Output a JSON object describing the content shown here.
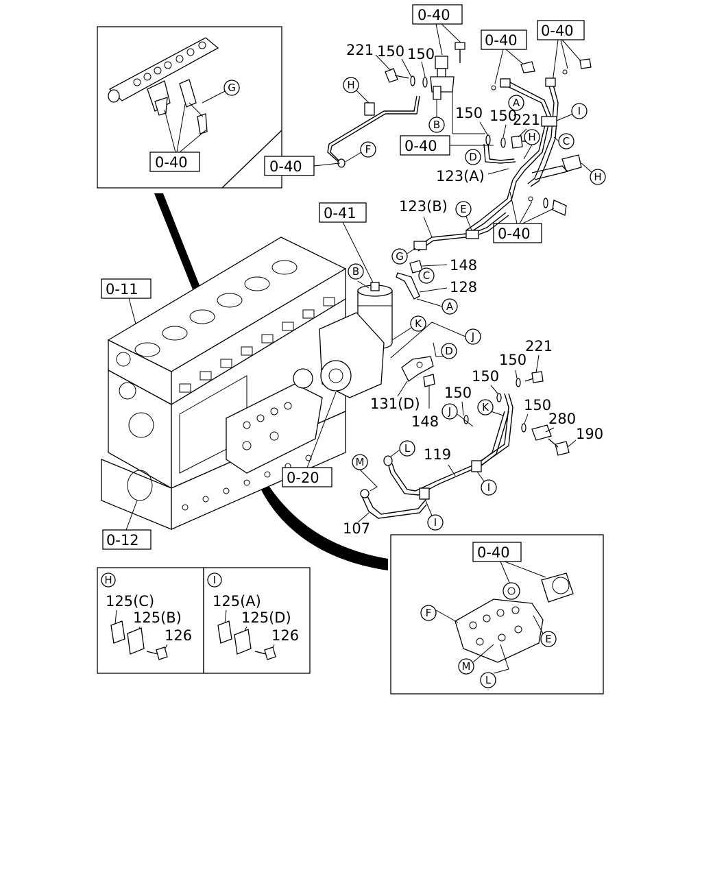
{
  "refs": {
    "r_inset_tl": "0-40",
    "r_top_mid": "0-40",
    "r_top_right_a": "0-40",
    "r_top_right_b": "0-40",
    "r_left_pipe": "0-40",
    "r_mid": "0-40",
    "r_lower_right": "0-40",
    "r_filter": "0-41",
    "r_block": "0-11",
    "r_crank": "0-12",
    "r_pump": "0-20",
    "r_inset_br": "0-40"
  },
  "parts": {
    "p221_top": "221",
    "p150_a": "150",
    "p150_b": "150",
    "p150_c": "150",
    "p150_d": "150",
    "p221_mid": "221",
    "p123a": "123(A)",
    "p123b": "123(B)",
    "p148_a": "148",
    "p128": "128",
    "p131d": "131(D)",
    "p148_b": "148",
    "p221_low": "221",
    "p150_e": "150",
    "p150_f": "150",
    "p150_g": "150",
    "p150_h": "150",
    "p280": "280",
    "p190": "190",
    "p119": "119",
    "p107": "107"
  },
  "callouts": {
    "g_inset": "G",
    "h_top": "H",
    "f_top": "F",
    "b_top": "B",
    "a_top": "A",
    "i_top": "I",
    "h_mid": "H",
    "c_top": "C",
    "d_top": "D",
    "h_right": "H",
    "e_mid": "E",
    "g_mid": "G",
    "b_filter": "B",
    "c_filter": "C",
    "a_filter": "A",
    "k_filter": "K",
    "j_filter": "J",
    "d_filter": "D",
    "j_low": "J",
    "k_low": "K",
    "l_low": "L",
    "m_low": "M",
    "i_low1": "I",
    "i_low2": "I",
    "f_inset": "F",
    "e_inset": "E",
    "m_inset": "M",
    "l_inset": "L"
  },
  "clip_h": {
    "title": "H",
    "p125c": "125(C)",
    "p125b": "125(B)",
    "p126": "126"
  },
  "clip_i": {
    "title": "I",
    "p125a": "125(A)",
    "p125d": "125(D)",
    "p126": "126"
  },
  "colors": {
    "ink": "#000000",
    "paper": "#ffffff"
  }
}
